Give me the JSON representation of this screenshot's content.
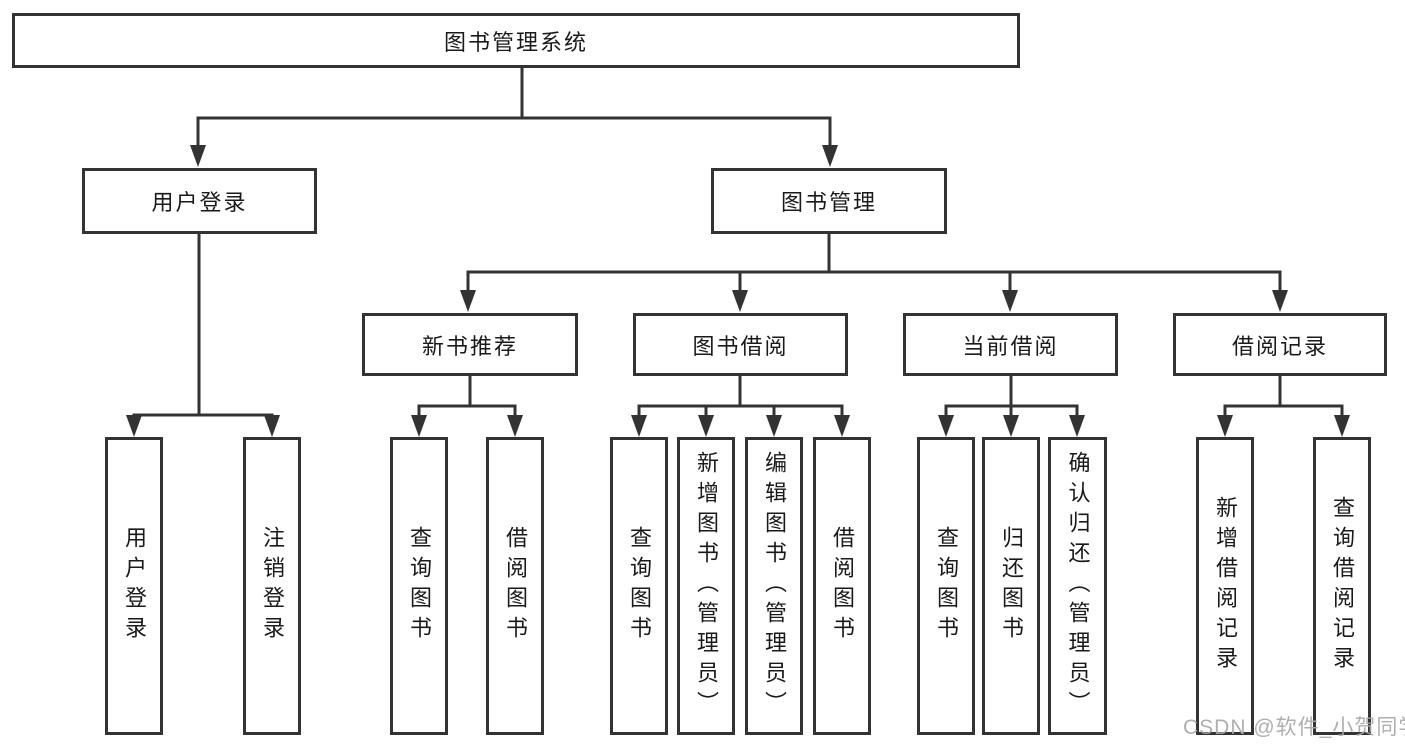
{
  "diagram": {
    "title": "图书管理系统",
    "watermark": "CSDN @软件_小贺同学",
    "colors": {
      "line": "#333333",
      "box_border": "#333333",
      "text": "#1a1a1a",
      "watermark": "#a8a8a8",
      "background": "#ffffff"
    }
  },
  "tree": {
    "root": "图书管理系统",
    "level2": [
      {
        "label": "用户登录",
        "children": [
          "用户登录",
          "注销登录"
        ]
      },
      {
        "label": "图书管理"
      }
    ],
    "level3": [
      {
        "label": "新书推荐",
        "children": [
          "查询图书",
          "借阅图书"
        ]
      },
      {
        "label": "图书借阅",
        "children": [
          "查询图书",
          "新增图书（管理员）",
          "编辑图书（管理员）",
          "借阅图书"
        ]
      },
      {
        "label": "当前借阅",
        "children": [
          "查询图书",
          "归还图书",
          "确认归还（管理员）"
        ]
      },
      {
        "label": "借阅记录",
        "children": [
          "新增借阅记录",
          "查询借阅记录"
        ]
      }
    ]
  }
}
